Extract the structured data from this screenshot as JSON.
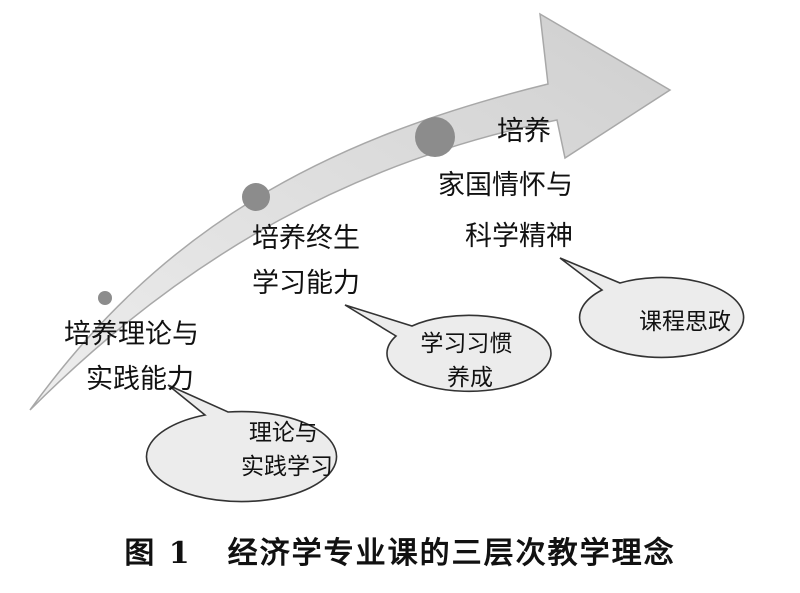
{
  "diagram": {
    "stages": [
      {
        "id": "stage-1",
        "label_lines": [
          "培养理论与",
          "实践能力"
        ],
        "bubble_lines": [
          "理论与",
          "实践学习"
        ]
      },
      {
        "id": "stage-2",
        "label_lines": [
          "培养终生",
          "学习能力"
        ],
        "bubble_lines": [
          "学习习惯",
          "养成"
        ]
      },
      {
        "id": "stage-3",
        "label_lines": [
          "培养",
          "家国情怀与",
          "科学精神"
        ],
        "bubble_lines": [
          "课程思政"
        ]
      }
    ]
  },
  "caption": {
    "figure_number": "图 1",
    "text": "经济学专业课的三层次教学理念"
  },
  "colors": {
    "arrow_fill": "#d9d9d9",
    "arrow_stroke": "#a8a8a8",
    "dot_fill": "#8c8c8c",
    "bubble_fill": "#ececec",
    "bubble_stroke": "#333333",
    "text": "#111111"
  }
}
